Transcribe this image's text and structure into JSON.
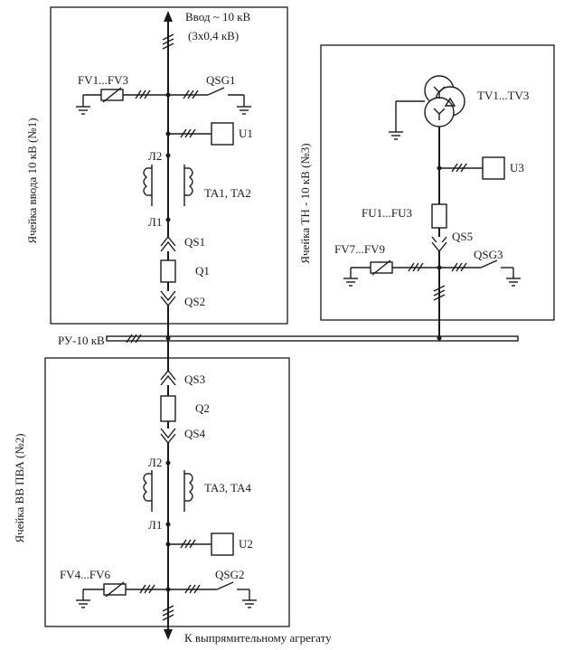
{
  "cells": {
    "input": {
      "title": "Ячейка ввода 10 кВ (№1)"
    },
    "vv_pva": {
      "title": "Ячейка ВВ ПВА (№2)"
    },
    "tn": {
      "title": "Ячейка ТН - 10 кВ (№3)"
    }
  },
  "input_feed": {
    "line1": "Ввод ~ 10 кВ",
    "line2": "(3x0,4 кВ)"
  },
  "busbar": {
    "label": "РУ-10 кВ"
  },
  "output": {
    "label": "К выпрямительному агрегату"
  },
  "labels": {
    "fv1_fv3": "FV1...FV3",
    "qsg1": "QSG1",
    "u1": "U1",
    "l2_a": "Л2",
    "l1_a": "Л1",
    "ta1_ta2": "TA1, TA2",
    "qs1": "QS1",
    "q1": "Q1",
    "qs2": "QS2",
    "qs3": "QS3",
    "q2": "Q2",
    "qs4": "QS4",
    "l2_b": "Л2",
    "l1_b": "Л1",
    "ta3_ta4": "TA3, TA4",
    "u2": "U2",
    "fv4_fv6": "FV4...FV6",
    "qsg2": "QSG2",
    "tv1_tv3": "TV1...TV3",
    "u3": "U3",
    "fu1_fu3": "FU1...FU3",
    "qs5": "QS5",
    "fv7_fv9": "FV7...FV9",
    "qsg3": "QSG3"
  }
}
